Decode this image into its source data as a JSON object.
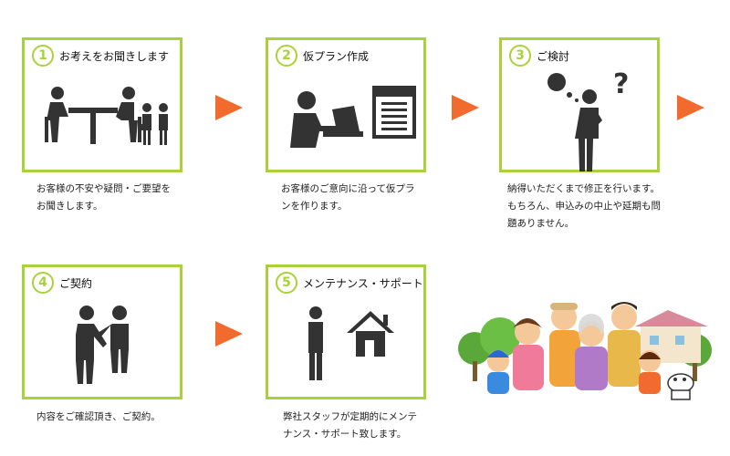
{
  "steps": [
    {
      "num": "1",
      "title": "お考えをお聞きします",
      "desc_lines": [
        "お客様の不安や疑問・ご要望を",
        "お聞きします。"
      ],
      "icon": "meeting-icon"
    },
    {
      "num": "2",
      "title": "仮プラン作成",
      "desc_lines": [
        "お客様のご意向に沿って仮プラ",
        "ンを作ります。"
      ],
      "icon": "laptop-document-icon"
    },
    {
      "num": "3",
      "title": "ご検討",
      "desc_lines": [
        "納得いただくまで修正を行います。",
        "もちろん、申込みの中止や延期も問",
        "題ありません。"
      ],
      "icon": "thinking-person-icon"
    },
    {
      "num": "4",
      "title": "ご契約",
      "desc_lines": [
        "内容をご確認頂き、ご契約。"
      ],
      "icon": "handshake-icon"
    },
    {
      "num": "5",
      "title": "メンテナンス・サポート",
      "desc_lines": [
        "弊社スタッフが定期的にメンテ",
        "ナンス・サポート致します。"
      ],
      "icon": "staff-house-icon"
    }
  ],
  "colors": {
    "border": "#a9d23a",
    "arrow": "#f06b2d",
    "pictogram": "#333333"
  }
}
